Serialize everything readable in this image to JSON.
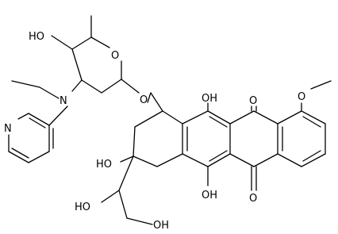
{
  "molecule": {
    "atom_labels": {
      "sugar_oh": "HO",
      "ring_oxygen": "O",
      "amine_n": "N",
      "pyridine_n": "N",
      "glycosidic_o": "O",
      "phenol_oh_upper": "OH",
      "quinone_o_upper": "O",
      "methoxy_o": "O",
      "tertiary_oh": "HO",
      "quinone_o_lower": "O",
      "phenol_oh_lower": "OH",
      "side_chain_oh": "HO",
      "primary_oh": "OH"
    }
  }
}
